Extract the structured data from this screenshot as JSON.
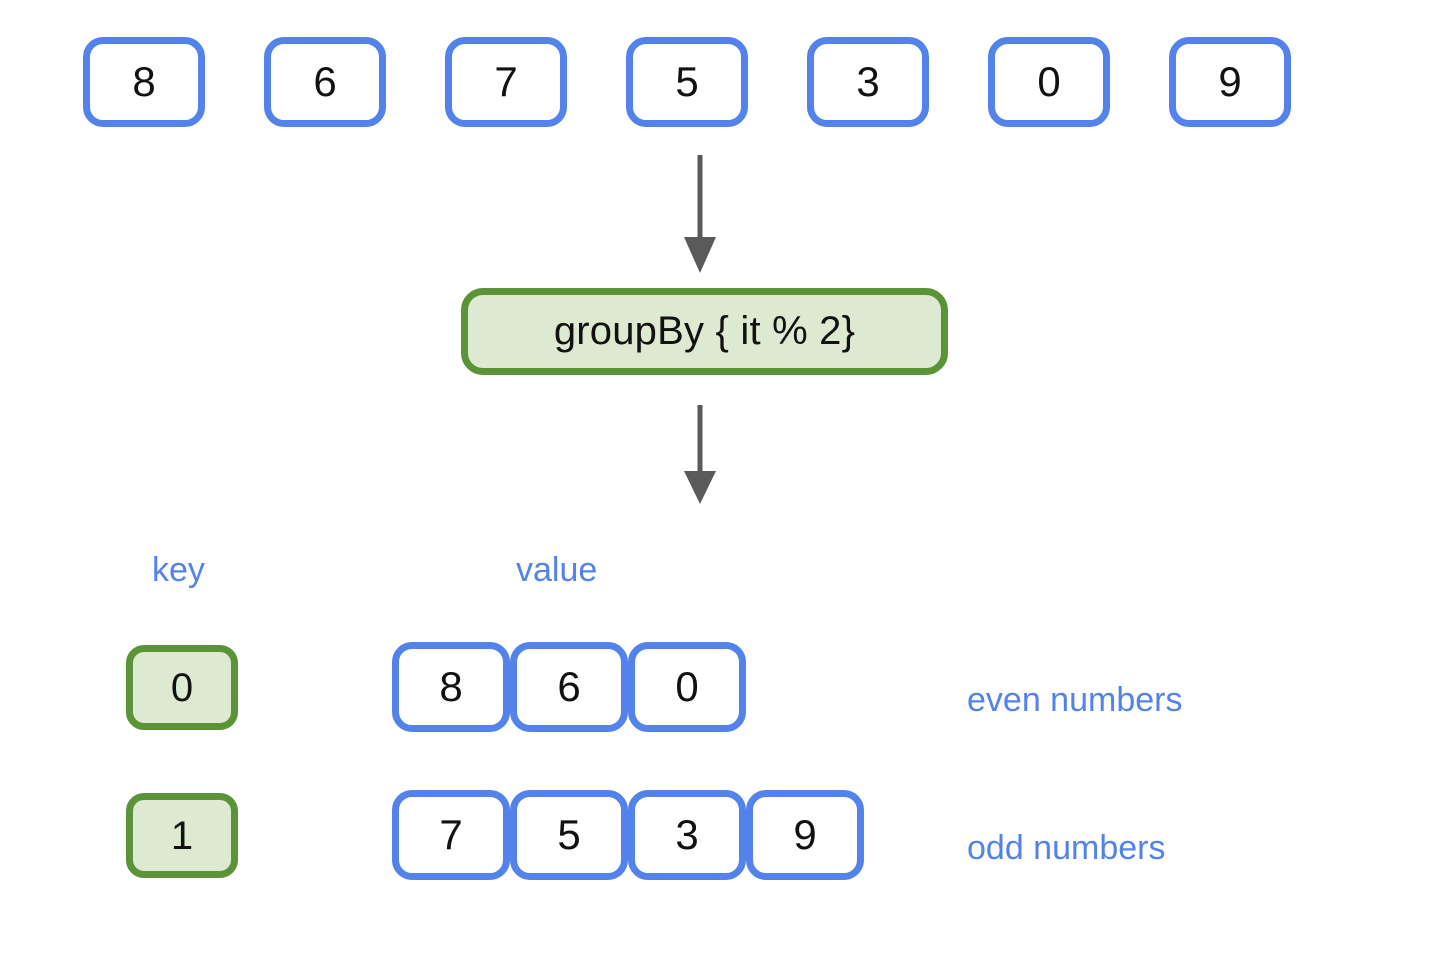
{
  "diagram": {
    "title": "groupBy { it % 2} collection transformation",
    "colors": {
      "blue_border": "#5282ea",
      "blue_text": "#5282ea",
      "green_border": "#5a9338",
      "green_fill": "#dde9d0",
      "arrow": "#5a5a5a",
      "number_text": "#111111",
      "background": "#ffffff"
    },
    "input_row": {
      "name": "source-collection",
      "items": [
        "8",
        "6",
        "7",
        "5",
        "3",
        "0",
        "9"
      ]
    },
    "operation": {
      "label": "groupBy { it % 2}"
    },
    "column_labels": {
      "key": "key",
      "value": "value"
    },
    "groups": [
      {
        "key": "0",
        "values": [
          "8",
          "6",
          "0"
        ],
        "annotation": "even numbers"
      },
      {
        "key": "1",
        "values": [
          "7",
          "5",
          "3",
          "9"
        ],
        "annotation": "odd numbers"
      }
    ],
    "arrows": [
      {
        "name": "arrow-input-to-operation"
      },
      {
        "name": "arrow-operation-to-result"
      }
    ]
  }
}
